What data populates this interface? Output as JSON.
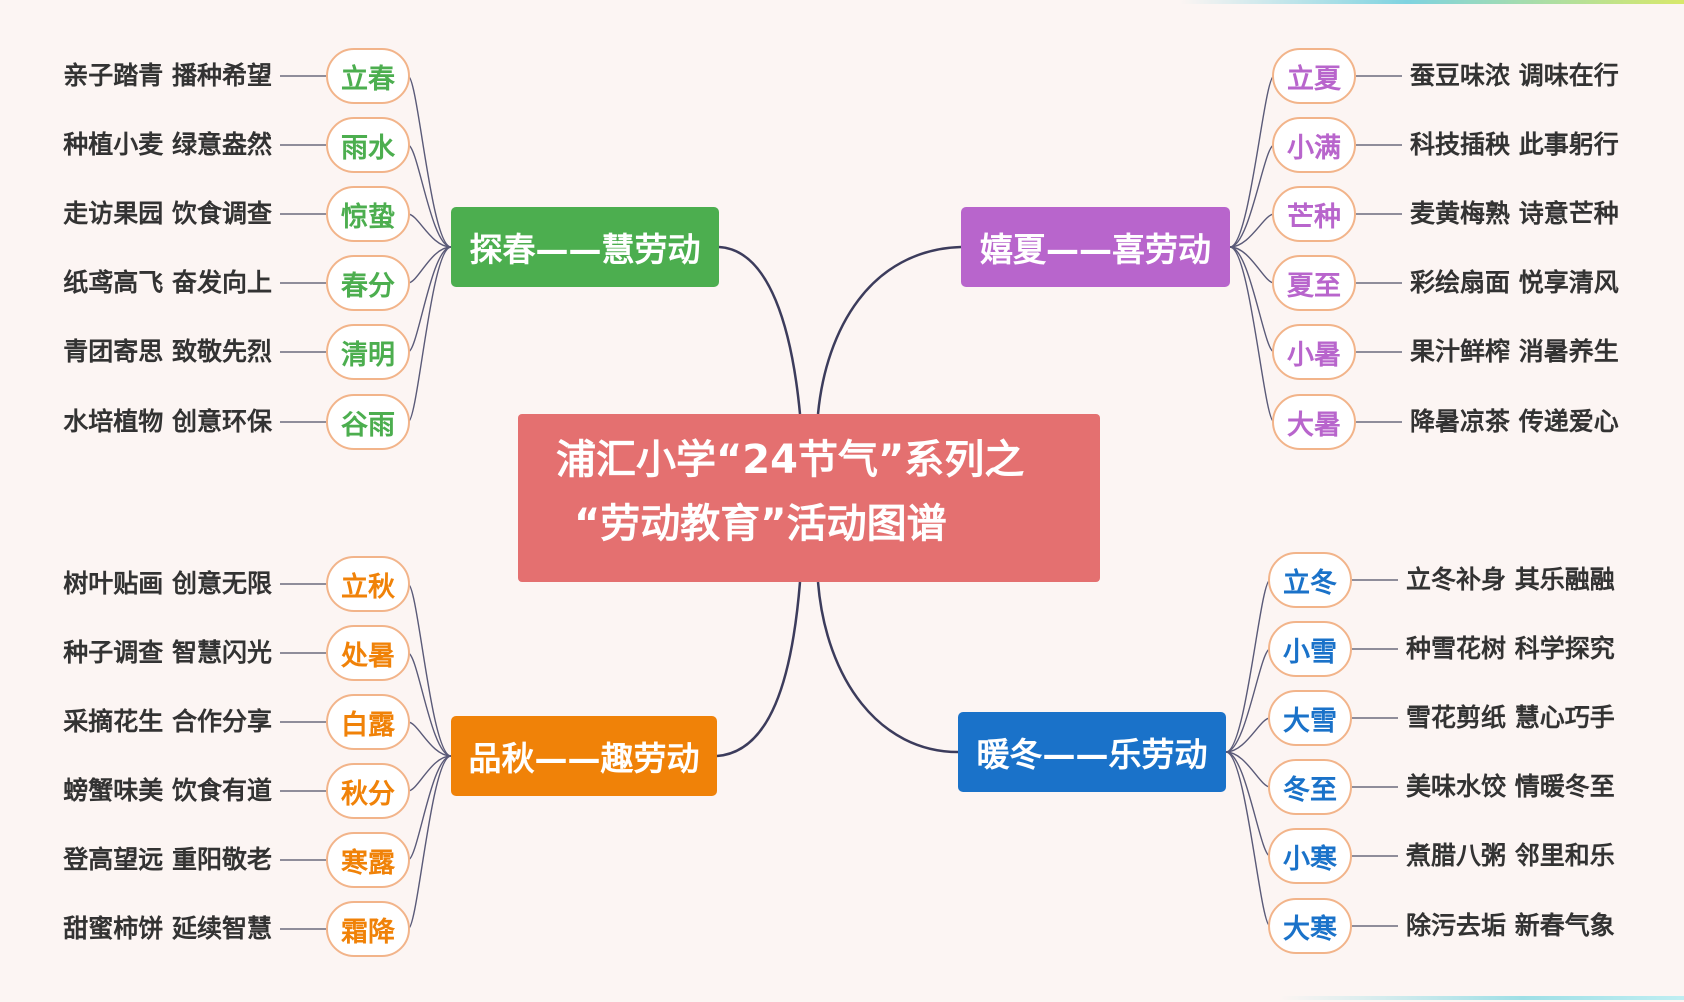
{
  "title": {
    "line1": "浦汇小学“24节气”系列之",
    "line2": "“劳动教育”活动图谱",
    "color": "#e47070"
  },
  "branches": {
    "spring": {
      "label": "探春——慧劳动",
      "color": "#4cae4f",
      "items": [
        {
          "term": "立春",
          "activity": "亲子踏青 播种希望"
        },
        {
          "term": "雨水",
          "activity": "种植小麦 绿意盎然"
        },
        {
          "term": "惊蛰",
          "activity": "走访果园 饮食调查"
        },
        {
          "term": "春分",
          "activity": "纸鸢高飞 奋发向上"
        },
        {
          "term": "清明",
          "activity": "青团寄思 致敬先烈"
        },
        {
          "term": "谷雨",
          "activity": "水培植物 创意环保"
        }
      ]
    },
    "summer": {
      "label": "嬉夏——喜劳动",
      "color": "#b865cc",
      "items": [
        {
          "term": "立夏",
          "activity": "蚕豆味浓 调味在行"
        },
        {
          "term": "小满",
          "activity": "科技插秧 此事躬行"
        },
        {
          "term": "芒种",
          "activity": "麦黄梅熟 诗意芒种"
        },
        {
          "term": "夏至",
          "activity": "彩绘扇面 悦享清风"
        },
        {
          "term": "小暑",
          "activity": "果汁鲜榨 消暑养生"
        },
        {
          "term": "大暑",
          "activity": "降暑凉茶 传递爱心"
        }
      ]
    },
    "autumn": {
      "label": "品秋——趣劳动",
      "color": "#f08208",
      "items": [
        {
          "term": "立秋",
          "activity": "树叶贴画 创意无限"
        },
        {
          "term": "处暑",
          "activity": "种子调查 智慧闪光"
        },
        {
          "term": "白露",
          "activity": "采摘花生 合作分享"
        },
        {
          "term": "秋分",
          "activity": "螃蟹味美 饮食有道"
        },
        {
          "term": "寒露",
          "activity": "登高望远 重阳敬老"
        },
        {
          "term": "霜降",
          "activity": "甜蜜柿饼 延续智慧"
        }
      ]
    },
    "winter": {
      "label": "暖冬——乐劳动",
      "color": "#1a72c9",
      "items": [
        {
          "term": "立冬",
          "activity": "立冬补身 其乐融融"
        },
        {
          "term": "小雪",
          "activity": "种雪花树 科学探究"
        },
        {
          "term": "大雪",
          "activity": "雪花剪纸 慧心巧手"
        },
        {
          "term": "冬至",
          "activity": "美味水饺 情暖冬至"
        },
        {
          "term": "小寒",
          "activity": "煮腊八粥 邻里和乐"
        },
        {
          "term": "大寒",
          "activity": "除污去垢 新春气象"
        }
      ]
    }
  }
}
